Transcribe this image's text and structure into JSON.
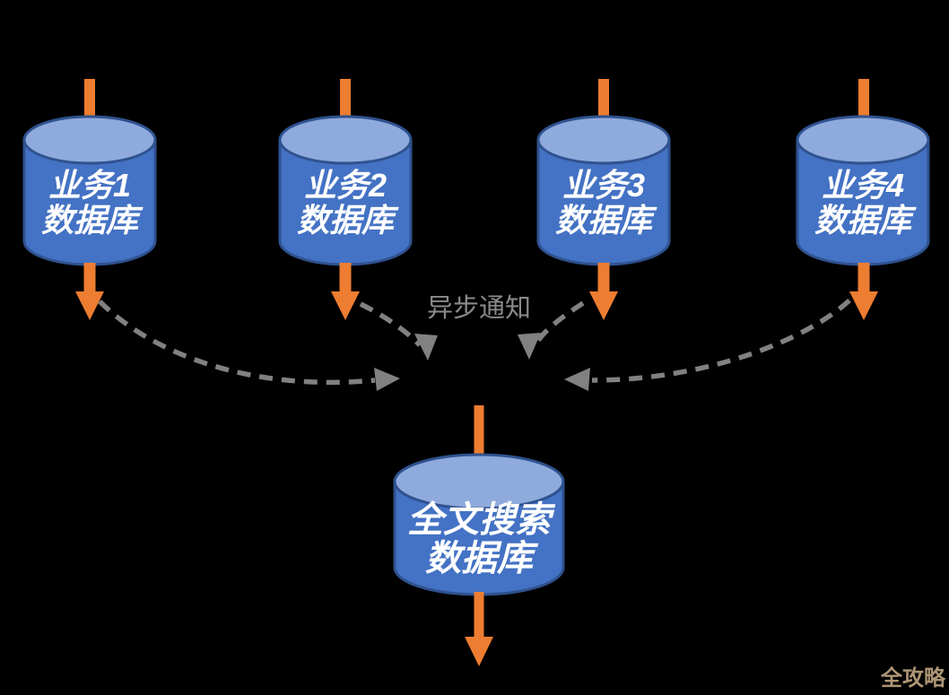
{
  "colors": {
    "background": "#000000",
    "cylinder_body": "#4472C4",
    "cylinder_top": "#8FAADC",
    "cylinder_outline": "#2F528F",
    "arrow_orange": "#ED7D31",
    "dashed_gray": "#818181",
    "async_label_gray": "#8A8A8A",
    "watermark_tan": "#AE9674"
  },
  "diagram": {
    "source_databases": [
      {
        "line1": "业务1",
        "line2": "数据库"
      },
      {
        "line1": "业务2",
        "line2": "数据库"
      },
      {
        "line1": "业务3",
        "line2": "数据库"
      },
      {
        "line1": "业务4",
        "line2": "数据库"
      }
    ],
    "target_database": {
      "line1": "全文搜索",
      "line2": "数据库"
    },
    "async_notify_label": "异步通知",
    "watermark": "全攻略"
  }
}
